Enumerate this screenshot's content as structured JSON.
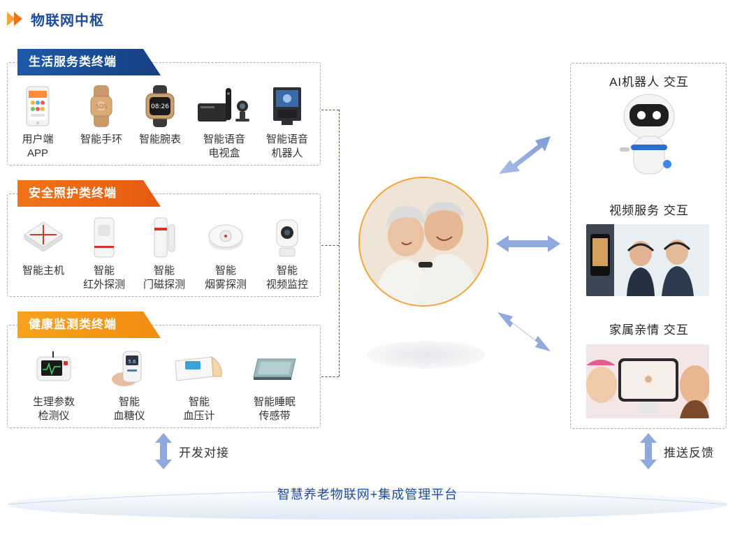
{
  "header": {
    "title": "物联网中枢"
  },
  "groups": [
    {
      "title": "生活服务类终端",
      "devices": [
        {
          "line1": "用户端",
          "line2": "APP",
          "icon": "phone-app-icon"
        },
        {
          "line1": "智能手环",
          "line2": "",
          "icon": "wristband-icon"
        },
        {
          "line1": "智能腕表",
          "line2": "",
          "icon": "smartwatch-icon"
        },
        {
          "line1": "智能语音",
          "line2": "电视盒",
          "icon": "tv-box-icon"
        },
        {
          "line1": "智能语音",
          "line2": "机器人",
          "icon": "voice-robot-icon"
        }
      ]
    },
    {
      "title": "安全照护类终端",
      "devices": [
        {
          "line1": "智能主机",
          "line2": "",
          "icon": "hub-icon"
        },
        {
          "line1": "智能",
          "line2": "红外探测",
          "icon": "infrared-sensor-icon"
        },
        {
          "line1": "智能",
          "line2": "门磁探测",
          "icon": "door-sensor-icon"
        },
        {
          "line1": "智能",
          "line2": "烟雾探测",
          "icon": "smoke-detector-icon"
        },
        {
          "line1": "智能",
          "line2": "视频监控",
          "icon": "camera-icon"
        }
      ]
    },
    {
      "title": "健康监测类终端",
      "devices": [
        {
          "line1": "生理参数",
          "line2": "检测仪",
          "icon": "vital-monitor-icon"
        },
        {
          "line1": "智能",
          "line2": "血糖仪",
          "icon": "glucose-meter-icon"
        },
        {
          "line1": "智能",
          "line2": "血压计",
          "icon": "blood-pressure-icon"
        },
        {
          "line1": "智能睡眠",
          "line2": "传感带",
          "icon": "sleep-sensor-icon"
        }
      ]
    }
  ],
  "interactions": [
    {
      "title": "AI机器人 交互",
      "icon": "ai-robot-icon"
    },
    {
      "title": "视频服务 交互",
      "icon": "video-service-icon"
    },
    {
      "title": "家属亲情 交互",
      "icon": "family-video-icon"
    }
  ],
  "links": {
    "left": "开发对接",
    "right": "推送反馈"
  },
  "platform": {
    "label": "智慧养老物联网+集成管理平台"
  },
  "colors": {
    "brand_blue": "#1f4b9c",
    "orange": "#e65a10",
    "amber": "#f6a21d",
    "arrow": "#8fa8d8"
  }
}
